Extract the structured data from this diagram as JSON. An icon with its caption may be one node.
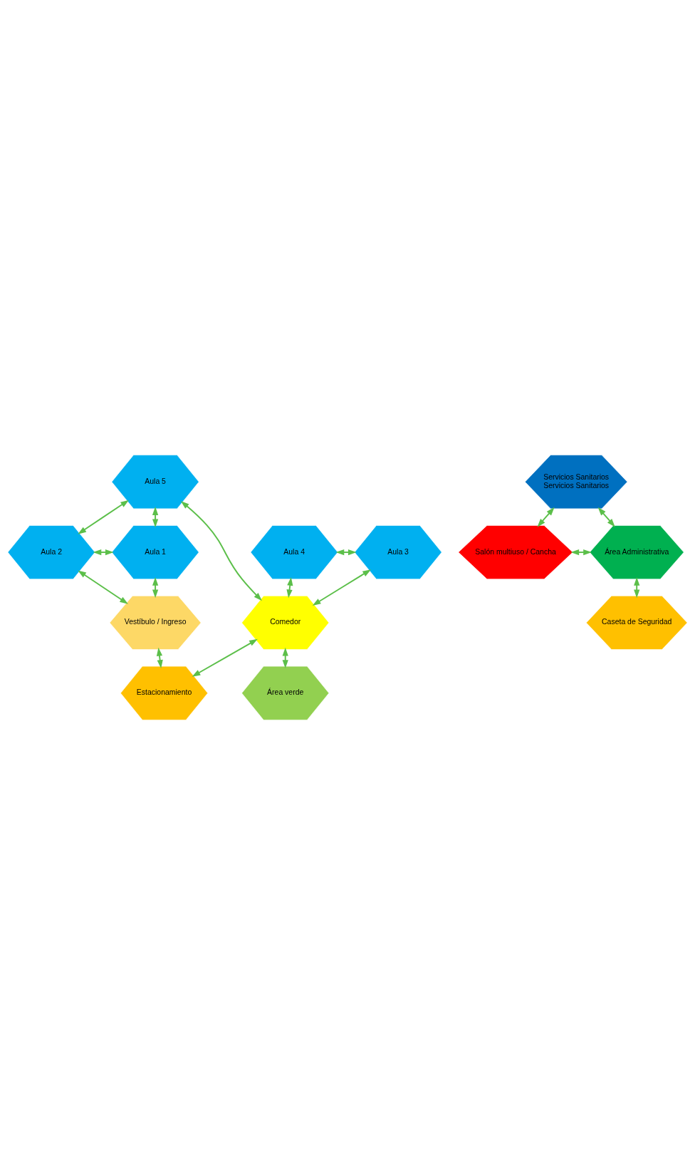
{
  "diagram": {
    "nodes": [
      {
        "text": [
          "Aula 5"
        ]
      },
      {
        "text": [
          "Aula 4"
        ]
      },
      {
        "text": [
          "Aula 3"
        ]
      },
      {
        "text": [
          "Servicios Sanitarios",
          "Servicios Sanitarios"
        ]
      },
      {
        "text": [
          "Aula 2"
        ]
      },
      {
        "text": [
          "Aula 1"
        ]
      },
      {
        "text": [
          "Comedor"
        ]
      },
      {
        "text": [
          "Salón multiuso / Cancha"
        ]
      },
      {
        "text": [
          "Área Administrativa"
        ]
      },
      {
        "text": [
          "Vestíbulo / Ingreso"
        ]
      },
      {
        "text": [
          "Área verde"
        ]
      },
      {
        "text": [
          "Estacionamiento"
        ]
      },
      {
        "text": [
          "Caseta de Seguridad"
        ]
      }
    ],
    "edges": [
      {
        "from": 1,
        "to": 2,
        "arrow": "both"
      },
      {
        "from": 0,
        "to": 6,
        "arrow": "both"
      },
      {
        "from": 0,
        "to": 4,
        "arrow": "both"
      },
      {
        "from": 0,
        "to": 5,
        "arrow": "both"
      },
      {
        "from": 1,
        "to": 6,
        "arrow": "both"
      },
      {
        "from": 2,
        "to": 6,
        "arrow": "both"
      },
      {
        "from": 4,
        "to": 5,
        "arrow": "both"
      },
      {
        "from": 3,
        "to": 7,
        "arrow": "both"
      },
      {
        "from": 3,
        "to": 8,
        "arrow": "both"
      },
      {
        "from": 4,
        "to": 9,
        "arrow": "both"
      },
      {
        "from": 5,
        "to": 9,
        "arrow": "both"
      },
      {
        "from": 7,
        "to": 8,
        "arrow": "both"
      },
      {
        "from": 6,
        "to": 10,
        "arrow": "both"
      },
      {
        "from": 6,
        "to": 11,
        "arrow": "both"
      },
      {
        "from": 8,
        "to": 12,
        "arrow": "both"
      },
      {
        "from": 9,
        "to": 11,
        "arrow": "both"
      }
    ]
  }
}
